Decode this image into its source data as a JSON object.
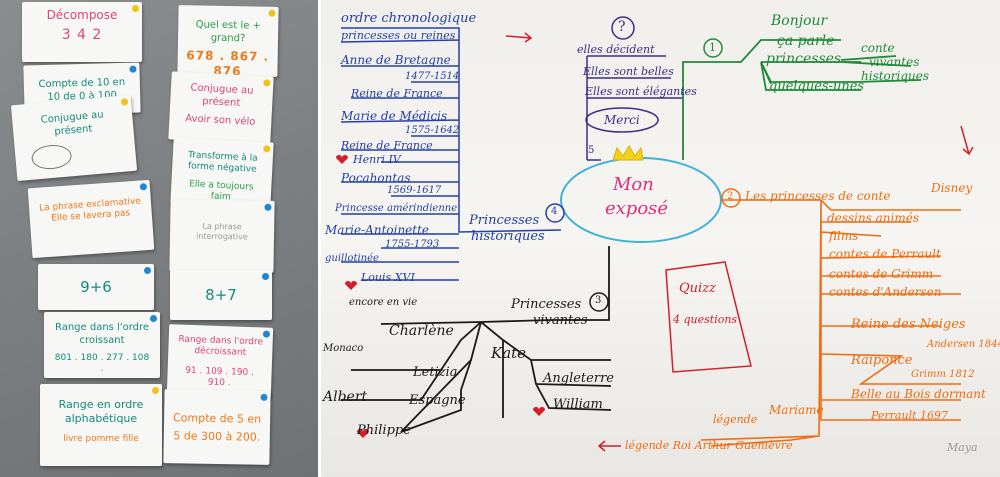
{
  "left_cards": [
    {
      "id": "decompose",
      "title": "Décompose",
      "value": "3 4 2",
      "dot": "yellow"
    },
    {
      "id": "question",
      "title": "Quel est le + grand?",
      "value": "678 . 867 . 876",
      "dot": "yellow"
    },
    {
      "id": "count10",
      "title": "Compte de 10 en 10 de 0 à 100",
      "dot": "blue"
    },
    {
      "id": "conjugate-present",
      "title": "Conjugue au présent",
      "value": "Avoir son vélo",
      "dot": "yellow"
    },
    {
      "id": "conjugate-phrase",
      "title": "Conjugue au présent",
      "dot": "yellow"
    },
    {
      "id": "negative",
      "title": "Transforme à la forme négative",
      "value": "Elle a toujours faim",
      "dot": "yellow"
    },
    {
      "id": "exclamative",
      "title": "La phrase exclamative",
      "value": "Elle se lavera pas",
      "dot": "blue"
    },
    {
      "id": "interrog",
      "title": "La phrase interrogative",
      "dot": "blue"
    },
    {
      "id": "add96",
      "value": "9+6",
      "dot": "blue"
    },
    {
      "id": "add87",
      "value": "8+7",
      "dot": "blue"
    },
    {
      "id": "range-asc",
      "title": "Range dans l'ordre croissant",
      "value": "801 . 180 . 277 . 108 .",
      "dot": "blue"
    },
    {
      "id": "range-desc",
      "title": "Range dans l'ordre décroissant",
      "value": "91 . 109 . 190 . 910 .",
      "dot": "blue"
    },
    {
      "id": "range-alpha",
      "title": "Range en ordre alphabétique",
      "value": "livre  pomme  fille",
      "dot": "yellow"
    },
    {
      "id": "count5",
      "title": "Compte de 5 en 5 de 300 à 200.",
      "dot": "blue"
    }
  ],
  "mindmap": {
    "center": {
      "line1": "Mon",
      "line2": "exposé"
    },
    "question_mark": "?",
    "question_items": [
      "elles décident",
      "Elles sont belles",
      "Elles sont élégantes"
    ],
    "merci": "Merci",
    "badges": {
      "b1": "1",
      "b2": "2",
      "b3": "3",
      "b4": "4",
      "b5": "5"
    },
    "green_branch": {
      "items": [
        "Bonjour",
        "ça parle",
        "princesses",
        "quelques-unes"
      ],
      "sub": [
        "conte",
        "vivantes",
        "historiques"
      ]
    },
    "blue_branch": {
      "title_line1": "Princesses",
      "title_line2": "historiques",
      "items": [
        "ordre chronologique",
        "princesses ou reines",
        "Anne de Bretagne",
        "1477-1514",
        "Reine de France",
        "Marie de Médicis",
        "1575-1642",
        "Reine de France",
        "Henri IV",
        "Pocahontas",
        "1569-1617",
        "Princesse amérindienne",
        "Marie-Antoinette",
        "1755-1793",
        "guillotinée",
        "Louis XVI"
      ]
    },
    "black_branch": {
      "title_line1": "Princesses",
      "title_line2": "vivantes",
      "items": [
        "encore en vie",
        "Charlène",
        "Monaco",
        "Albert",
        "Letizia",
        "Espagne",
        "Philippe",
        "Kate",
        "Angleterre",
        "William"
      ]
    },
    "orange_branch": {
      "title": "Les princesses de conte",
      "disney": "Disney",
      "items": [
        "dessins animés",
        "films",
        "contes de Perrault",
        "contes de Grimm",
        "contes d'Andersen",
        "Reine des Neiges",
        "Andersen 1844",
        "Raiponce",
        "Grimm 1812",
        "Belle au Bois dormant",
        "Perrault 1697",
        "Mariame",
        "légende",
        "légende Roi Arthur Guenièvre"
      ]
    },
    "quizz": {
      "title": "Quizz",
      "sub": "4 questions"
    },
    "signature": "Maya"
  },
  "colors": {
    "blue": "#2440a8",
    "green": "#1f8a3a",
    "orange": "#f06c12",
    "pink": "#e02f7c",
    "teal": "#3fb3d6",
    "red": "#d21f2a"
  }
}
